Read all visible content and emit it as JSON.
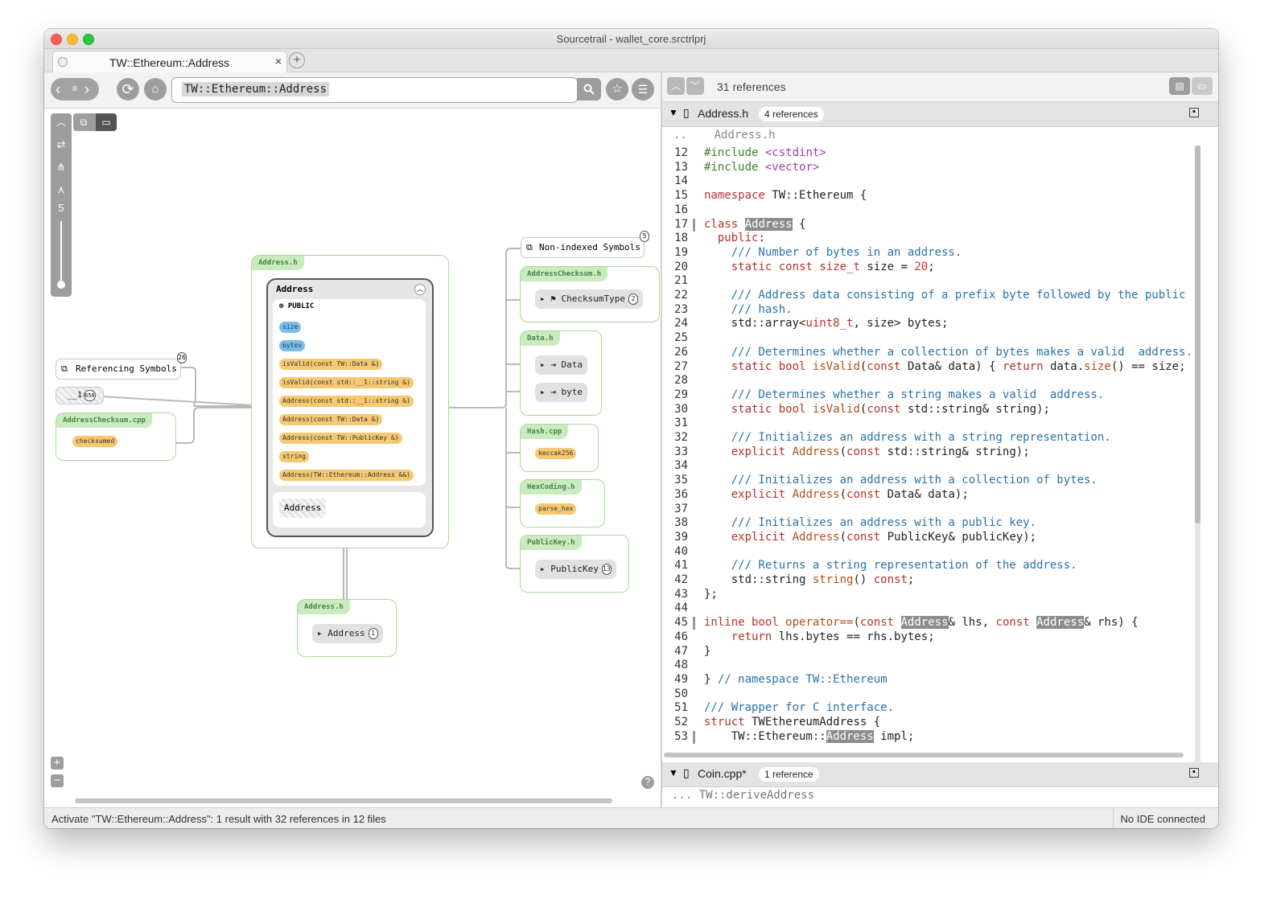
{
  "window": {
    "title": "Sourcetrail - wallet_core.srctrlprj"
  },
  "tab": {
    "label": "TW::Ethereum::Address",
    "close": "×",
    "new": "+"
  },
  "search": {
    "query": "TW::Ethereum::Address"
  },
  "graph": {
    "depth": "5",
    "referencing_label": "Referencing Symbols",
    "referencing_count": "26",
    "underscore_node": "__1",
    "underscore_count": "650",
    "checksum_cpp_file": "AddressChecksum.cpp",
    "checksummed": "checksumed",
    "main_file": "Address.h",
    "main_class": "Address",
    "public_label": "PUBLIC",
    "members": [
      "size",
      "bytes",
      "isValid(const TW::Data &)",
      "isValid(const std::__1::string &)",
      "Address(const std::__1::string &)",
      "Address(const TW::Data &)",
      "Address(const TW::PublicKey &)",
      "string",
      "Address(TW::Ethereum::Address &&)"
    ],
    "inner_type": "Address",
    "nonindexed_label": "Non-indexed Symbols",
    "nonindexed_count": "5",
    "checksum_h_file": "AddressChecksum.h",
    "checksum_type": "ChecksumType",
    "checksum_type_count": "2",
    "data_h_file": "Data.h",
    "data_items": [
      "Data",
      "byte"
    ],
    "hash_file": "Hash.cpp",
    "hash_fn": "keccak256",
    "hexcoding_file": "HexCoding.h",
    "hexcoding_fn": "parse_hex",
    "publickey_file": "PublicKey.h",
    "publickey_type": "PublicKey",
    "publickey_count": "13",
    "bottom_file": "Address.h",
    "bottom_node": "Address",
    "bottom_count": "1",
    "zoom_in": "+",
    "zoom_out": "−",
    "help": "?"
  },
  "code": {
    "refs": "31 references",
    "file1": {
      "name": "Address.h",
      "count": "4 references",
      "path": "Address.h"
    },
    "lines": [
      {
        "n": "12",
        "t": "#include <cstdint>"
      },
      {
        "n": "13",
        "t": "#include <vector>"
      },
      {
        "n": "14",
        "t": ""
      },
      {
        "n": "15",
        "t": "namespace TW::Ethereum {"
      },
      {
        "n": "16",
        "t": ""
      },
      {
        "n": "17",
        "t": "class Address {"
      },
      {
        "n": "18",
        "t": "  public:"
      },
      {
        "n": "19",
        "t": "    /// Number of bytes in an address."
      },
      {
        "n": "20",
        "t": "    static const size_t size = 20;"
      },
      {
        "n": "21",
        "t": ""
      },
      {
        "n": "22",
        "t": "    /// Address data consisting of a prefix byte followed by the public key"
      },
      {
        "n": "23",
        "t": "    /// hash."
      },
      {
        "n": "24",
        "t": "    std::array<uint8_t, size> bytes;"
      },
      {
        "n": "25",
        "t": ""
      },
      {
        "n": "26",
        "t": "    /// Determines whether a collection of bytes makes a valid  address."
      },
      {
        "n": "27",
        "t": "    static bool isValid(const Data& data) { return data.size() == size; }"
      },
      {
        "n": "28",
        "t": ""
      },
      {
        "n": "29",
        "t": "    /// Determines whether a string makes a valid  address."
      },
      {
        "n": "30",
        "t": "    static bool isValid(const std::string& string);"
      },
      {
        "n": "31",
        "t": ""
      },
      {
        "n": "32",
        "t": "    /// Initializes an address with a string representation."
      },
      {
        "n": "33",
        "t": "    explicit Address(const std::string& string);"
      },
      {
        "n": "34",
        "t": ""
      },
      {
        "n": "35",
        "t": "    /// Initializes an address with a collection of bytes."
      },
      {
        "n": "36",
        "t": "    explicit Address(const Data& data);"
      },
      {
        "n": "37",
        "t": ""
      },
      {
        "n": "38",
        "t": "    /// Initializes an address with a public key."
      },
      {
        "n": "39",
        "t": "    explicit Address(const PublicKey& publicKey);"
      },
      {
        "n": "40",
        "t": ""
      },
      {
        "n": "41",
        "t": "    /// Returns a string representation of the address."
      },
      {
        "n": "42",
        "t": "    std::string string() const;"
      },
      {
        "n": "43",
        "t": "};"
      },
      {
        "n": "44",
        "t": ""
      },
      {
        "n": "45",
        "t": "inline bool operator==(const Address& lhs, const Address& rhs) {"
      },
      {
        "n": "46",
        "t": "    return lhs.bytes == rhs.bytes;"
      },
      {
        "n": "47",
        "t": "}"
      },
      {
        "n": "48",
        "t": ""
      },
      {
        "n": "49",
        "t": "} // namespace TW::Ethereum"
      },
      {
        "n": "50",
        "t": ""
      },
      {
        "n": "51",
        "t": "/// Wrapper for C interface."
      },
      {
        "n": "52",
        "t": "struct TWEthereumAddress {"
      },
      {
        "n": "53",
        "t": "    TW::Ethereum::Address impl;"
      }
    ],
    "file2": {
      "name": "Coin.cpp*",
      "count": "1 reference",
      "snippet": "TW::deriveAddress"
    }
  },
  "status": {
    "message": "Activate \"TW::Ethereum::Address\": 1 result with 32 references in 12 files",
    "ide": "No IDE connected"
  }
}
